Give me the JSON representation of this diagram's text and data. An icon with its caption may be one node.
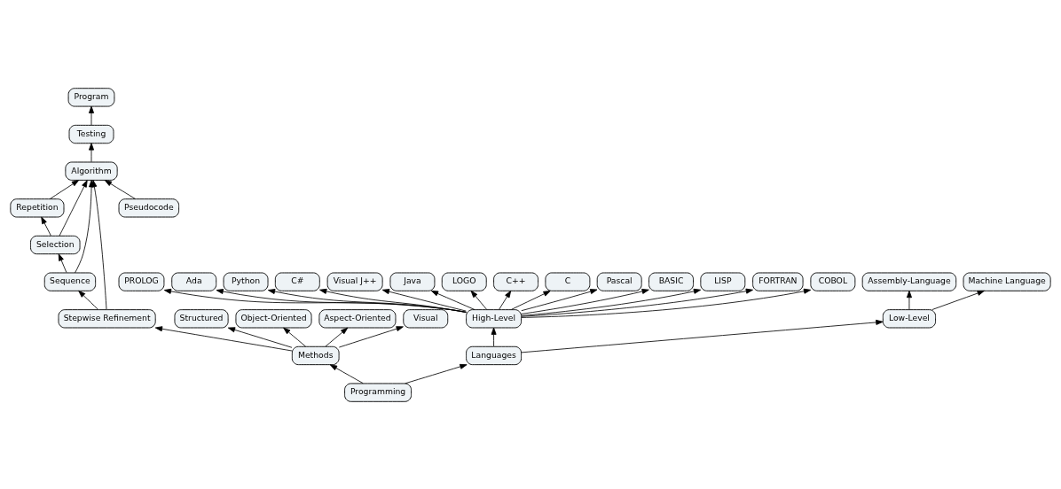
{
  "diagram": {
    "nodes": [
      {
        "text": [
          "Programming"
        ]
      },
      {
        "text": [
          "Methods"
        ]
      },
      {
        "text": [
          "Languages"
        ]
      },
      {
        "text": [
          "Stepwise Refinement"
        ]
      },
      {
        "text": [
          "Structured"
        ]
      },
      {
        "text": [
          "Object-Oriented"
        ]
      },
      {
        "text": [
          "Aspect-Oriented"
        ]
      },
      {
        "text": [
          "Visual"
        ]
      },
      {
        "text": [
          "Sequence"
        ]
      },
      {
        "text": [
          "Selection"
        ]
      },
      {
        "text": [
          "Repetition"
        ]
      },
      {
        "text": [
          "Pseudocode"
        ]
      },
      {
        "text": [
          "Algorithm"
        ]
      },
      {
        "text": [
          "Testing"
        ]
      },
      {
        "text": [
          "Program"
        ]
      },
      {
        "text": [
          "High-Level"
        ]
      },
      {
        "text": [
          "Low-Level"
        ]
      },
      {
        "text": [
          "PROLOG"
        ]
      },
      {
        "text": [
          "Ada"
        ]
      },
      {
        "text": [
          "Python"
        ]
      },
      {
        "text": [
          "C#"
        ]
      },
      {
        "text": [
          "Visual J++"
        ]
      },
      {
        "text": [
          "Java"
        ]
      },
      {
        "text": [
          "LOGO"
        ]
      },
      {
        "text": [
          "C++"
        ]
      },
      {
        "text": [
          "C"
        ]
      },
      {
        "text": [
          "Pascal"
        ]
      },
      {
        "text": [
          "BASIC"
        ]
      },
      {
        "text": [
          "LISP"
        ]
      },
      {
        "text": [
          "FORTRAN"
        ]
      },
      {
        "text": [
          "COBOL"
        ]
      },
      {
        "text": [
          "Assembly-Language"
        ]
      },
      {
        "text": [
          "Machine Language"
        ]
      }
    ],
    "edges": [
      {
        "from": 0,
        "to": 1,
        "arrow": "to"
      },
      {
        "from": 0,
        "to": 2,
        "arrow": "to"
      },
      {
        "from": 1,
        "to": 3,
        "arrow": "to"
      },
      {
        "from": 1,
        "to": 4,
        "arrow": "to"
      },
      {
        "from": 1,
        "to": 5,
        "arrow": "to"
      },
      {
        "from": 1,
        "to": 6,
        "arrow": "to"
      },
      {
        "from": 1,
        "to": 7,
        "arrow": "to"
      },
      {
        "from": 3,
        "to": 8,
        "arrow": "to"
      },
      {
        "from": 3,
        "to": 12,
        "arrow": "to"
      },
      {
        "from": 8,
        "to": 9,
        "arrow": "to"
      },
      {
        "from": 8,
        "to": 12,
        "arrow": "to"
      },
      {
        "from": 9,
        "to": 10,
        "arrow": "to"
      },
      {
        "from": 9,
        "to": 12,
        "arrow": "to"
      },
      {
        "from": 10,
        "to": 12,
        "arrow": "to"
      },
      {
        "from": 11,
        "to": 12,
        "arrow": "to"
      },
      {
        "from": 12,
        "to": 13,
        "arrow": "to"
      },
      {
        "from": 13,
        "to": 14,
        "arrow": "to"
      },
      {
        "from": 2,
        "to": 15,
        "arrow": "to"
      },
      {
        "from": 2,
        "to": 16,
        "arrow": "to"
      },
      {
        "from": 15,
        "to": 17,
        "arrow": "to"
      },
      {
        "from": 15,
        "to": 18,
        "arrow": "to"
      },
      {
        "from": 15,
        "to": 19,
        "arrow": "to"
      },
      {
        "from": 15,
        "to": 20,
        "arrow": "to"
      },
      {
        "from": 15,
        "to": 21,
        "arrow": "to"
      },
      {
        "from": 15,
        "to": 22,
        "arrow": "to"
      },
      {
        "from": 15,
        "to": 23,
        "arrow": "to"
      },
      {
        "from": 15,
        "to": 24,
        "arrow": "to"
      },
      {
        "from": 15,
        "to": 25,
        "arrow": "to"
      },
      {
        "from": 15,
        "to": 26,
        "arrow": "to"
      },
      {
        "from": 15,
        "to": 27,
        "arrow": "to"
      },
      {
        "from": 15,
        "to": 28,
        "arrow": "to"
      },
      {
        "from": 15,
        "to": 29,
        "arrow": "to"
      },
      {
        "from": 15,
        "to": 30,
        "arrow": "to"
      },
      {
        "from": 16,
        "to": 31,
        "arrow": "to"
      },
      {
        "from": 16,
        "to": 32,
        "arrow": "to"
      }
    ]
  }
}
